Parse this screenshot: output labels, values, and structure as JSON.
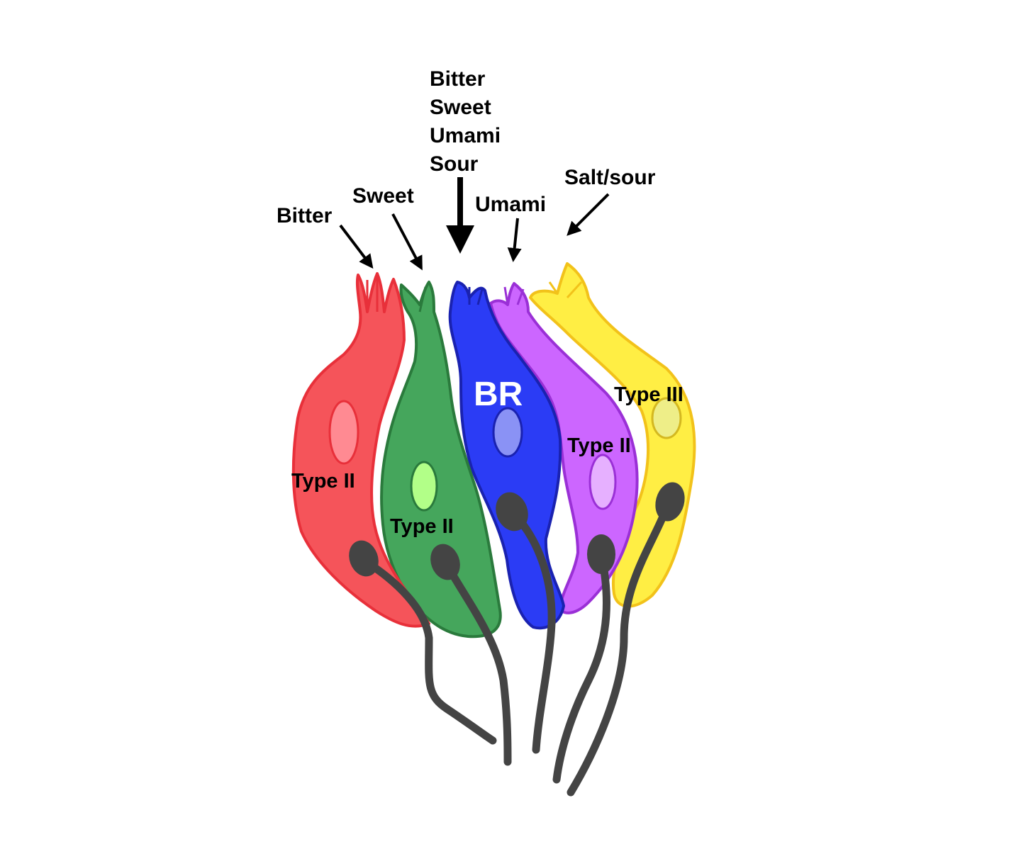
{
  "labels": {
    "bitter": "Bitter",
    "sweet": "Sweet",
    "umami": "Umami",
    "salt_sour": "Salt/sour",
    "br_stack": [
      "Bitter",
      "Sweet",
      "Umami",
      "Sour"
    ],
    "br": "BR",
    "type_red": "Type II",
    "type_green": "Type II",
    "type_purple": "Type II",
    "type_yellow": "Type III"
  },
  "colors": {
    "red_fill": "#f5545a",
    "red_stroke": "#e8303a",
    "green_fill": "#45a65c",
    "green_stroke": "#2a7a3c",
    "blue_fill": "#2b3cf5",
    "blue_stroke": "#1a22b0",
    "purple_fill": "#cc66ff",
    "purple_stroke": "#9a30d6",
    "yellow_fill": "#ffee44",
    "yellow_stroke": "#f2c21a",
    "nerve": "#444444"
  }
}
